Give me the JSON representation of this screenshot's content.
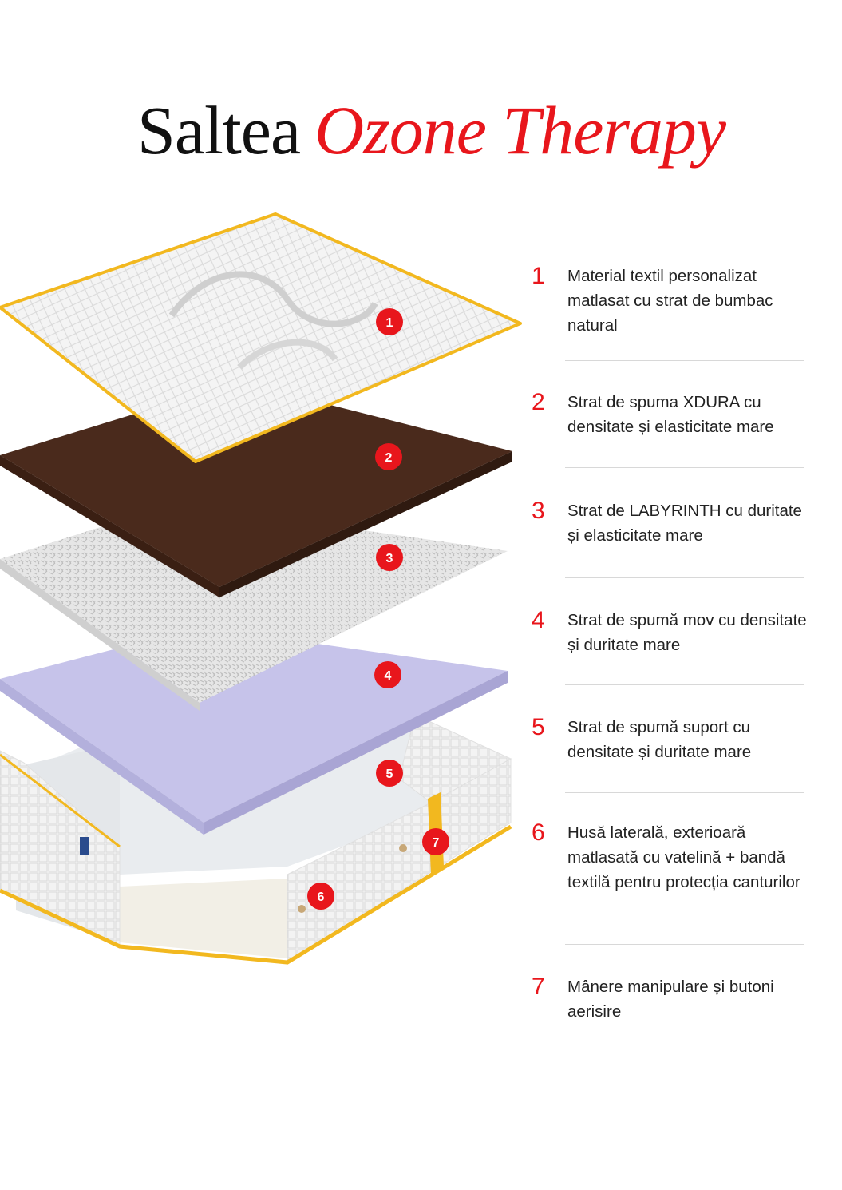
{
  "title": {
    "part1": "Saltea",
    "part2": "Ozone Therapy"
  },
  "colors": {
    "accent": "#e8161c",
    "text": "#222222",
    "binding": "#f2b81f",
    "layer2": "#4a2a1c",
    "layer4": "#c6c3ea"
  },
  "markers": [
    "1",
    "2",
    "3",
    "4",
    "5",
    "7",
    "6"
  ],
  "legend": [
    {
      "num": "1",
      "text": "Material textil personalizat matlasat cu strat de bumbac natural"
    },
    {
      "num": "2",
      "text": "Strat de spuma XDURA cu densitate și elasticitate mare"
    },
    {
      "num": "3",
      "text": "Strat de LABYRINTH cu duritate și elasticitate mare"
    },
    {
      "num": "4",
      "text": "Strat de spumă mov cu densitate și duritate mare"
    },
    {
      "num": "5",
      "text": "Strat de spumă suport cu densitate și duritate mare"
    },
    {
      "num": "6",
      "text": "Husă laterală, exterioară matlasată cu vatelină + bandă textilă pentru protecția canturilor"
    },
    {
      "num": "7",
      "text": "Mânere manipulare și butoni aerisire"
    }
  ]
}
